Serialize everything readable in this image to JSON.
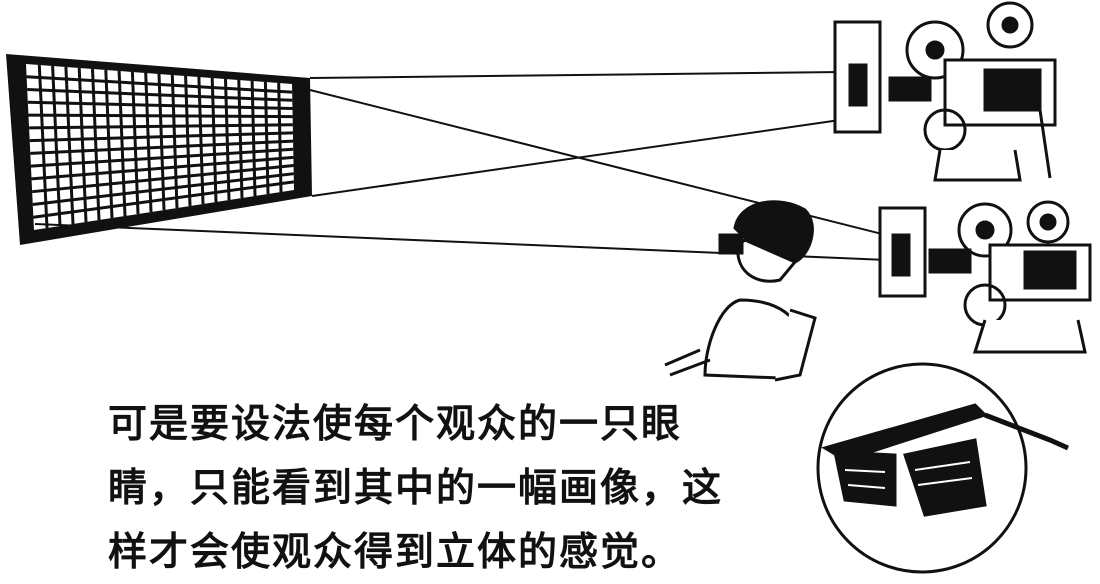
{
  "caption": {
    "lines": [
      "可是要设法使每个观众的一只眼",
      "睛，只能看到其中的一幅画像，这",
      "样才会使观众得到立体的感觉。"
    ]
  },
  "colors": {
    "ink": "#111111",
    "paper": "#ffffff"
  },
  "icons": [
    "screen-grid",
    "film-projector",
    "viewer",
    "polarized-glasses"
  ]
}
